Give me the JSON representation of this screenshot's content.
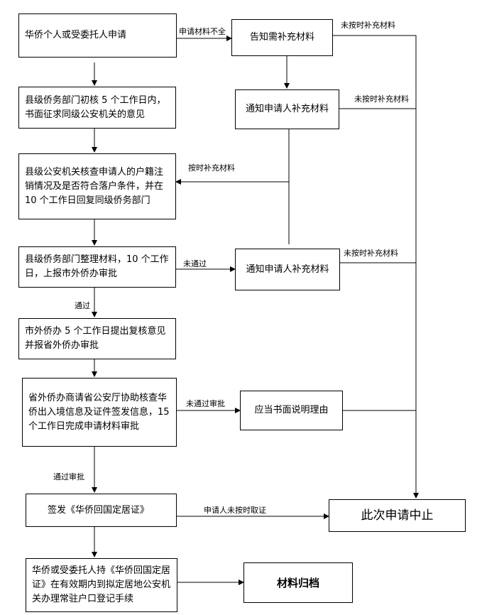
{
  "nodes": {
    "apply": "华侨个人或受委托人申请",
    "notify_supplement": "告知需补充材料",
    "county_review": "县级侨务部门初核 5 个工作日内，书面征求同级公安机关的意见",
    "notify_applicant_1": "通知申请人补充材料",
    "police_check": "县级公安机关核查申请人的户籍注销情况及是否符合落户条件，并在 10 个工作日回复同级侨务部门",
    "county_compile": "县级侨务部门整理材料，10 个工作日，上报市外侨办审批",
    "notify_applicant_2": "通知申请人补充材料",
    "city_review": "市外侨办 5 个工作日提出复核意见并报省外侨办审批",
    "province_review": "省外侨办商请省公安厅协助核查华侨出入境信息及证件签发信息，15 个工作日完成申请材料审批",
    "explain_reason": "应当书面说明理由",
    "issue_cert": "签发《华侨回国定居证》",
    "terminate": "此次申请中止",
    "register": "华侨或受委托人持《华侨回国定居证》在有效期内到拟定居地公安机关办理常驻户口登记手续",
    "archive": "材料归档"
  },
  "edge_labels": {
    "incomplete": "申请材料不全",
    "not_supplied_1": "未按时补充材料",
    "not_supplied_2": "未按时补充材料",
    "supplied_on_time": "按时补充材料",
    "not_passed": "未通过",
    "not_supplied_3": "未按时补充材料",
    "passed": "通过",
    "not_approved": "未通过审批",
    "approved": "通过审批",
    "not_collected": "申请人未按时取证"
  }
}
